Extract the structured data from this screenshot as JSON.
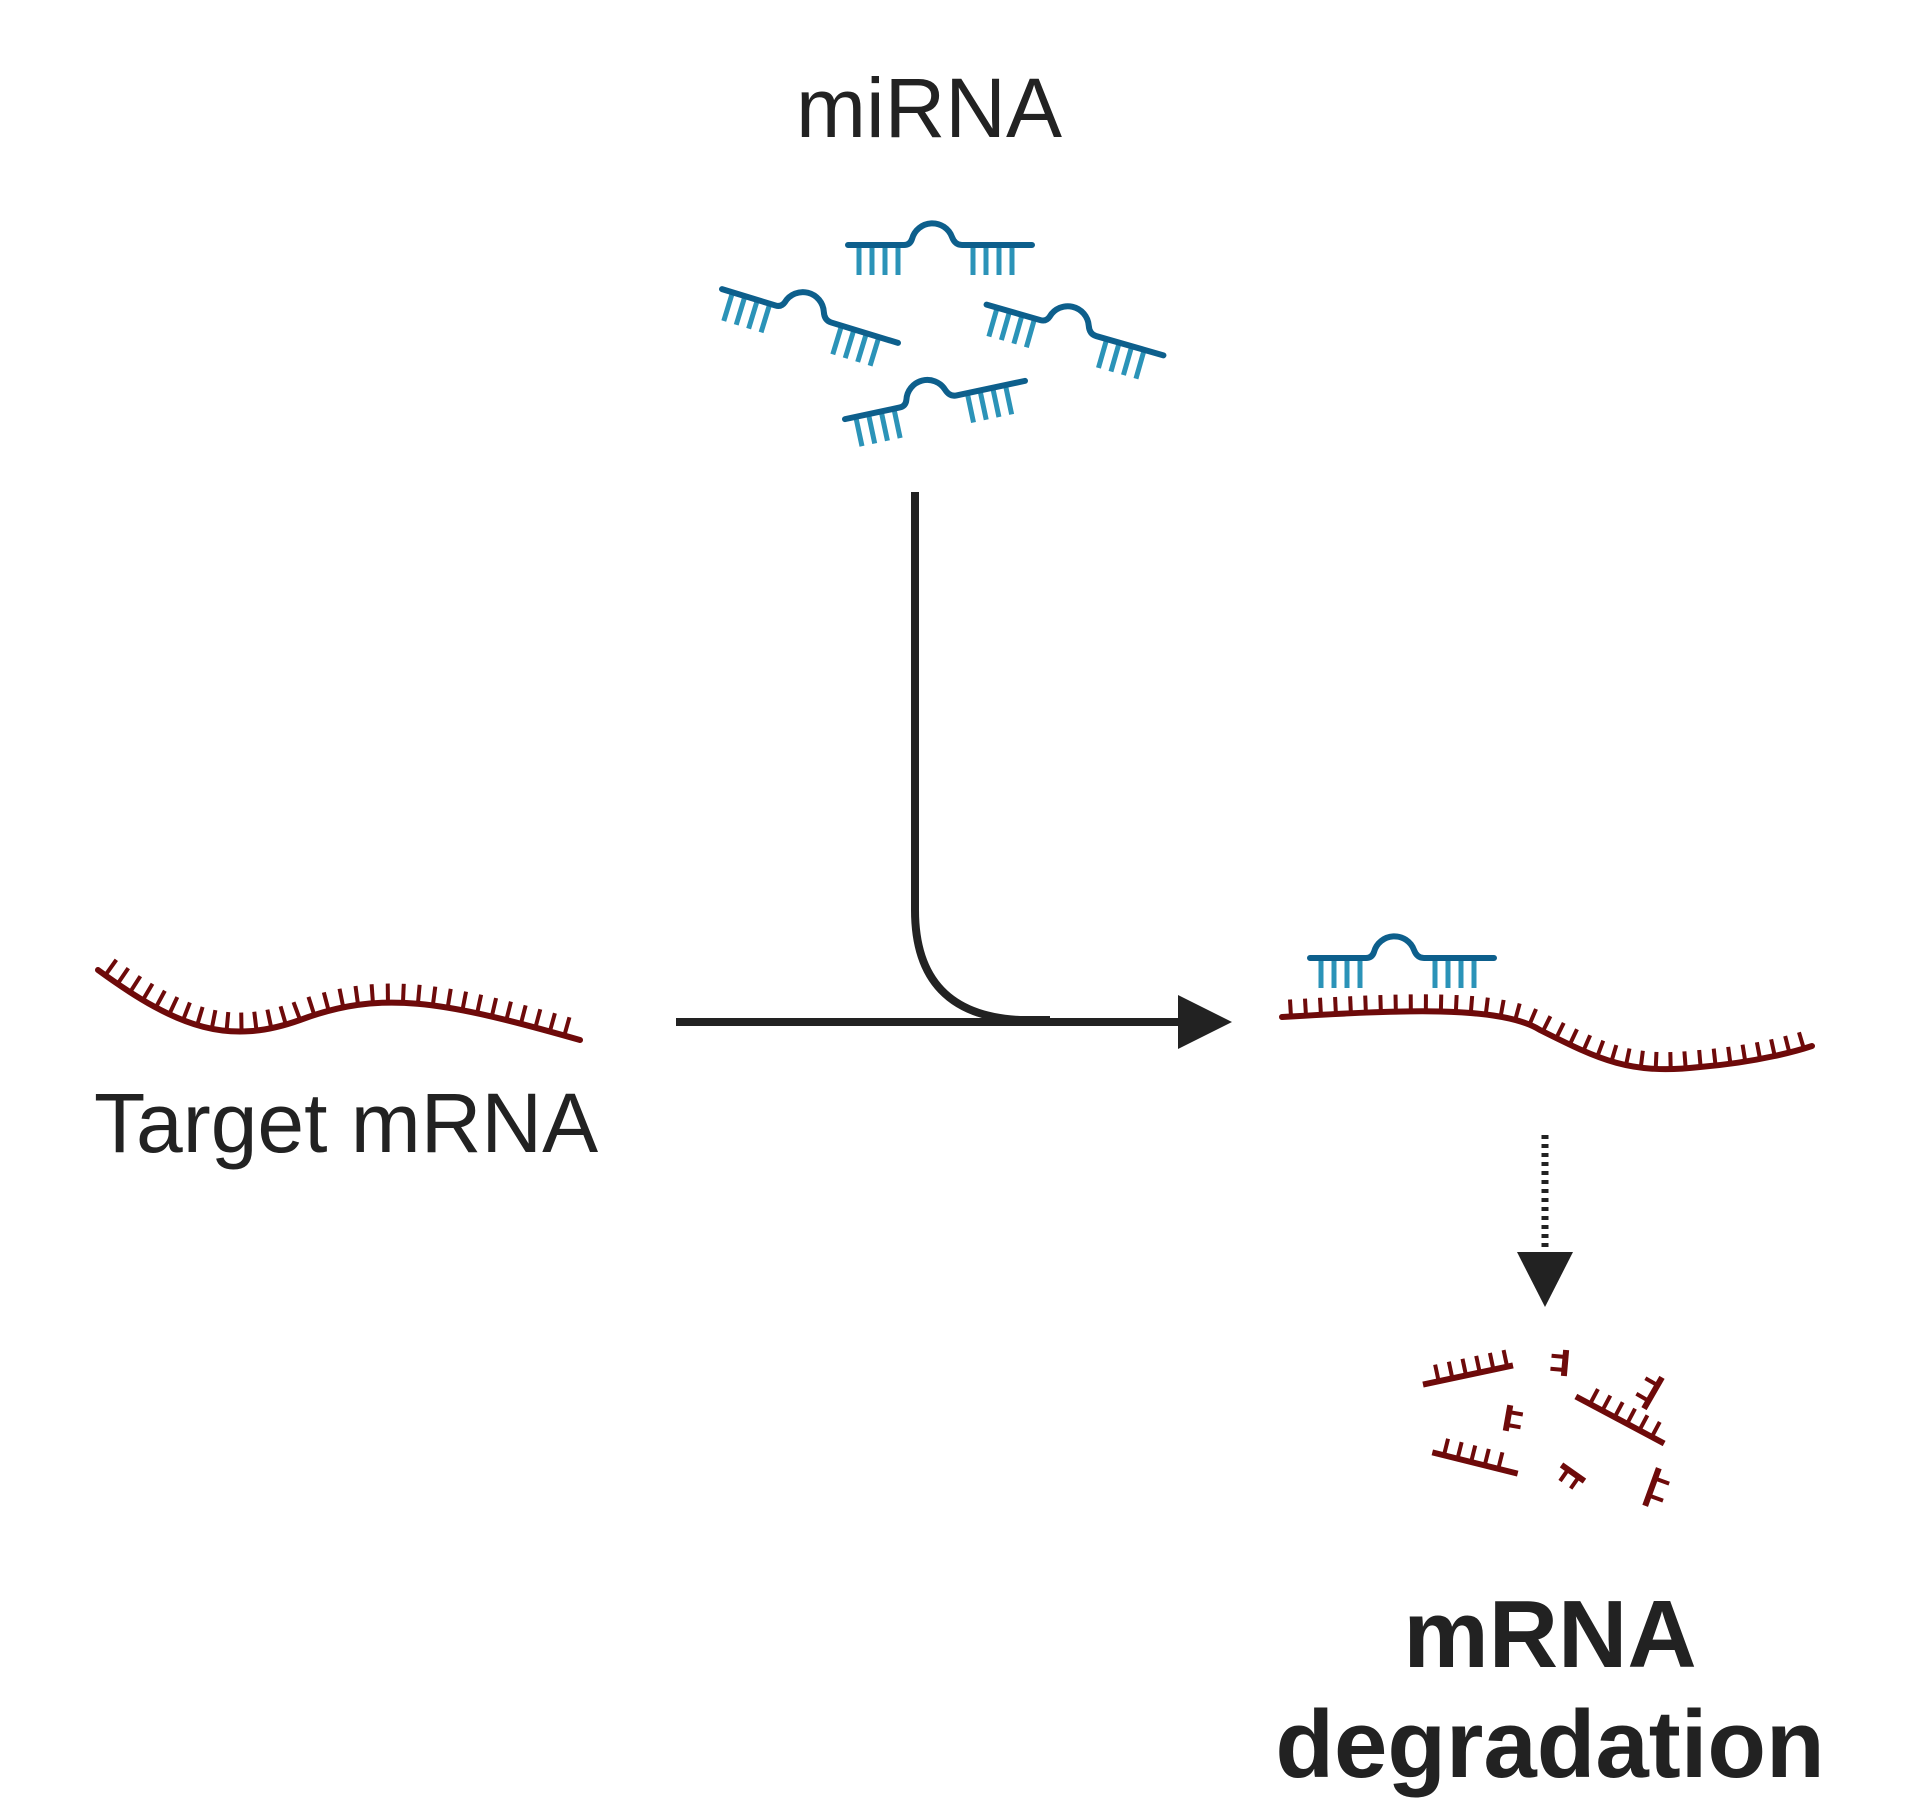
{
  "labels": {
    "mirna": "miRNA",
    "target_mrna": "Target mRNA",
    "degradation_line1": "mRNA",
    "degradation_line2": "degradation"
  },
  "colors": {
    "mrna": "#6e0a0a",
    "mirna_dark": "#0d5f8c",
    "mirna_light": "#2b93b8",
    "arrow": "#222222",
    "text": "#222222"
  }
}
